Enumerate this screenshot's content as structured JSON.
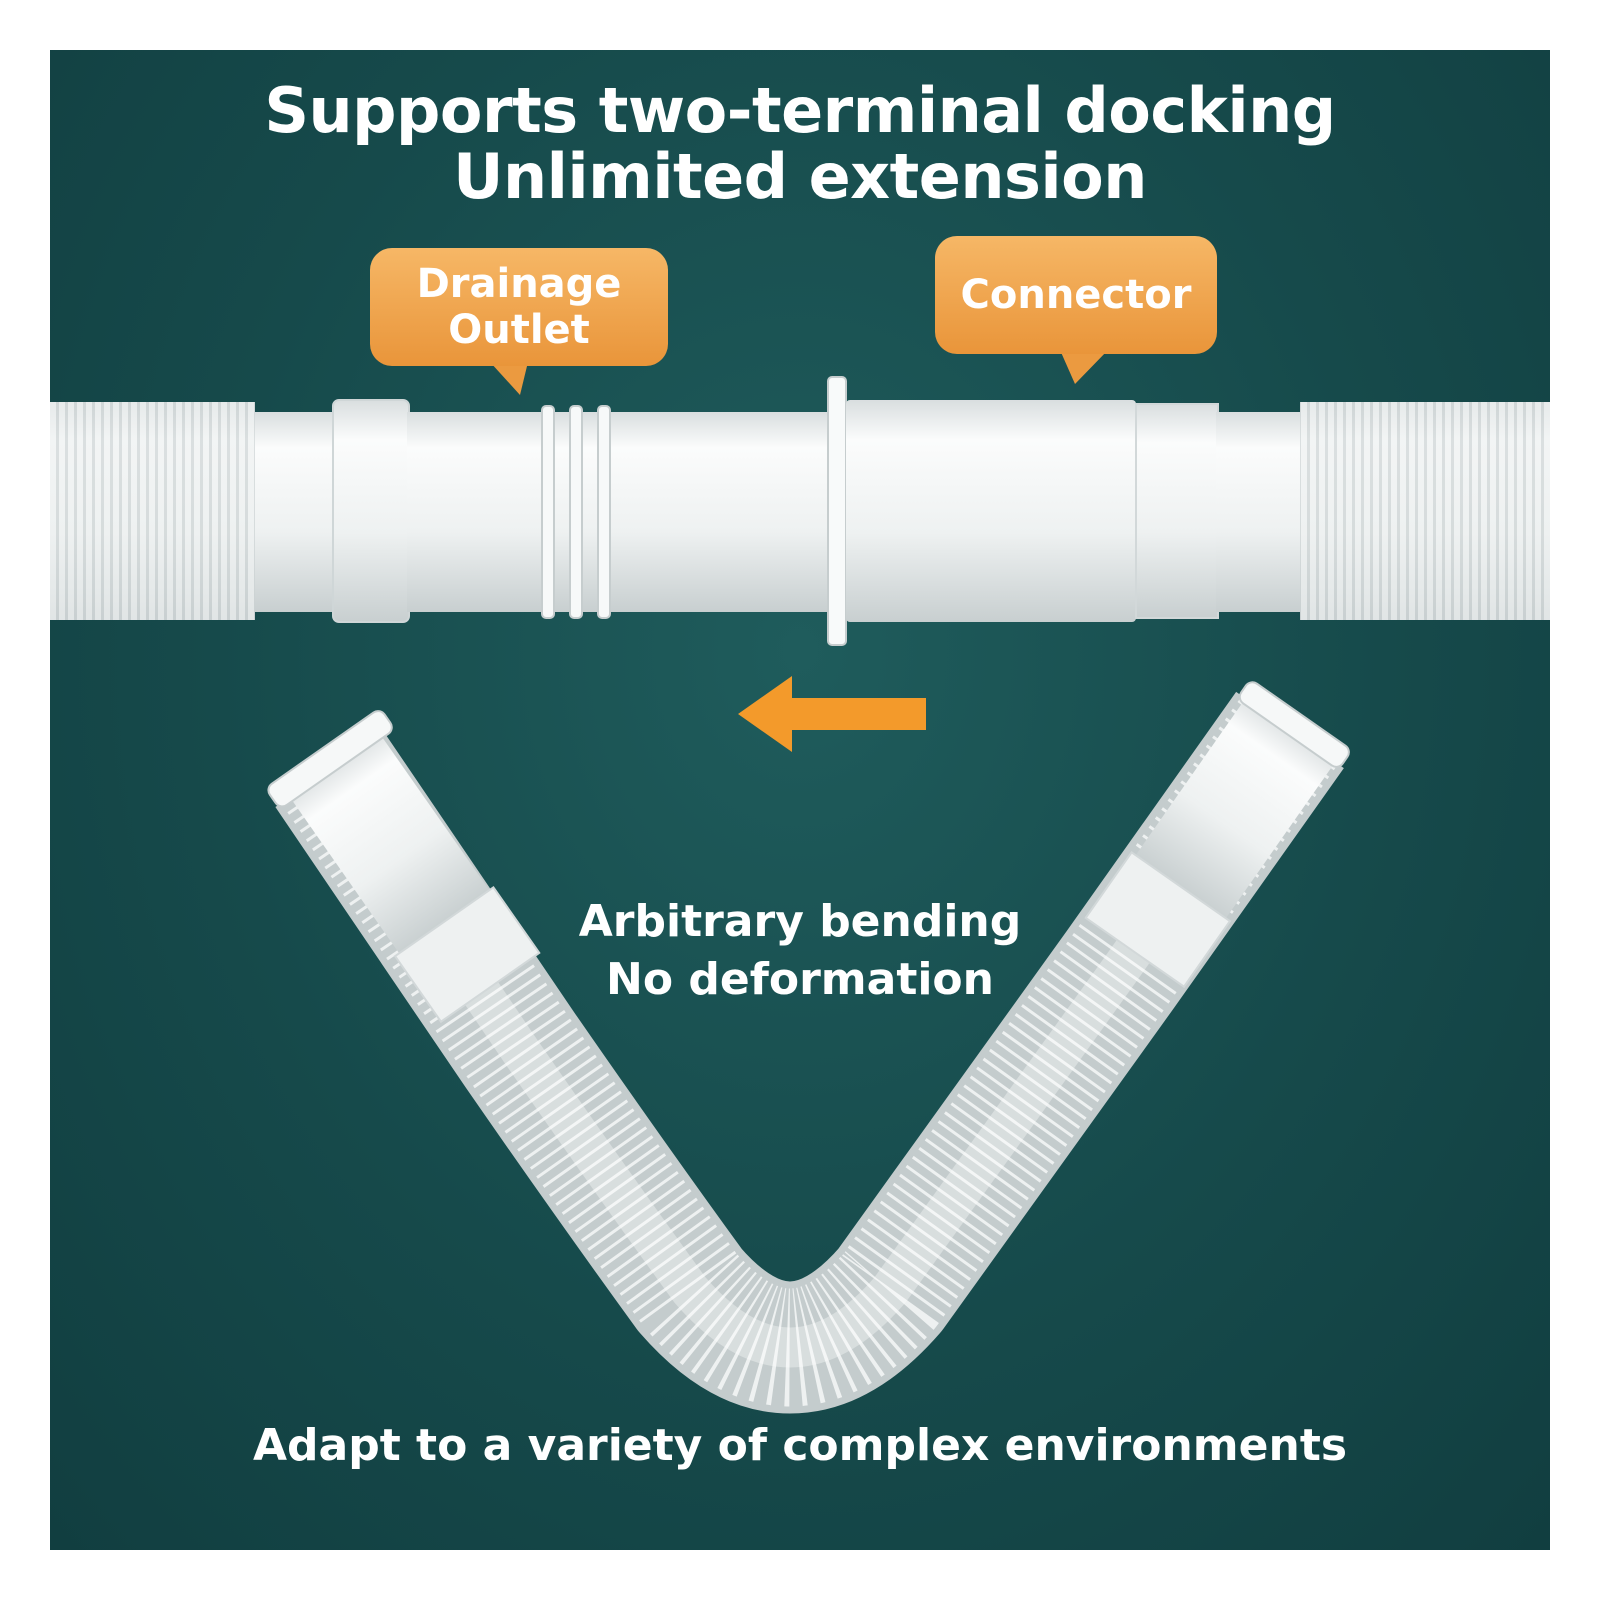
{
  "headline": {
    "line1": "Supports two-terminal docking",
    "line2": "Unlimited extension"
  },
  "callouts": {
    "drainage_outlet": {
      "line1": "Drainage",
      "line2": "Outlet"
    },
    "connector": "Connector"
  },
  "bending": {
    "line1": "Arbitrary bending",
    "line2": "No deformation"
  },
  "footer": "Adapt to a variety of complex environments",
  "colors": {
    "background": "#164a4b",
    "accent_orange": "#f0a04a",
    "pipe": "#f2f4f4"
  },
  "icons": [
    "left-arrow-icon"
  ]
}
